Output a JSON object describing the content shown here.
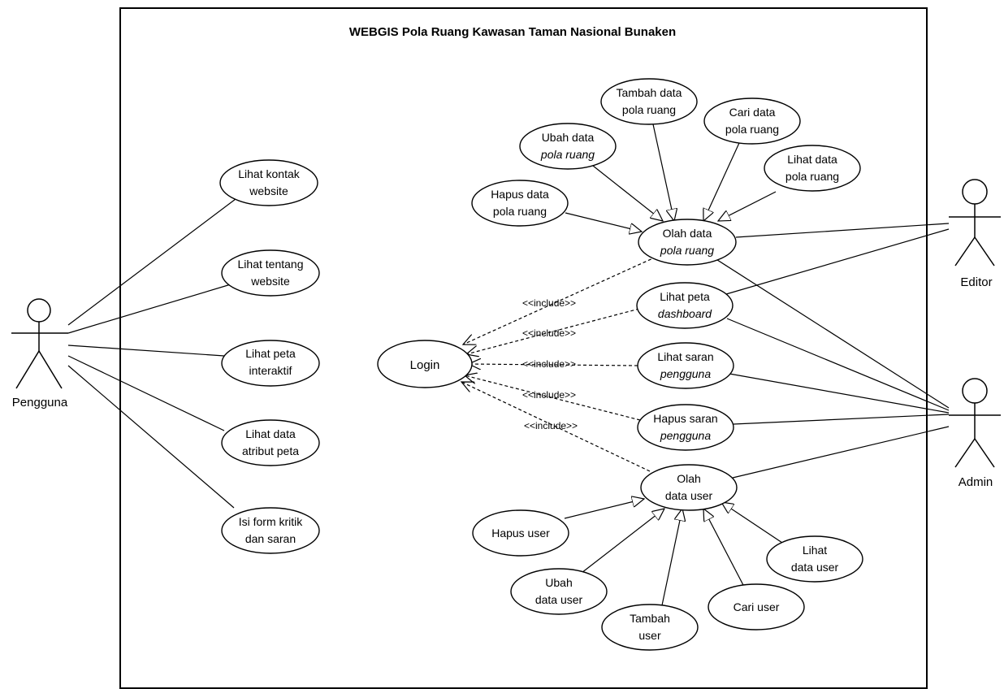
{
  "title": "WEBGIS Pola Ruang Kawasan Taman Nasional Bunaken",
  "actors": {
    "pengguna": "Pengguna",
    "editor": "Editor",
    "admin": "Admin"
  },
  "usecases": {
    "lihat_kontak": [
      "Lihat kontak",
      "website"
    ],
    "lihat_tentang": [
      "Lihat tentang",
      "website"
    ],
    "lihat_peta_interaktif": [
      "Lihat peta",
      "interaktif"
    ],
    "lihat_data_atribut": [
      "Lihat data",
      "atribut peta"
    ],
    "isi_form": [
      "Isi form kritik",
      "dan saran"
    ],
    "login": [
      "Login"
    ],
    "tambah_pola": [
      "Tambah data",
      "pola ruang"
    ],
    "cari_pola": [
      "Cari data",
      "pola ruang"
    ],
    "ubah_pola": [
      "Ubah data",
      "pola ruang"
    ],
    "lihat_pola": [
      "Lihat data",
      "pola ruang"
    ],
    "hapus_pola": [
      "Hapus data",
      "pola ruang"
    ],
    "olah_pola": [
      "Olah data",
      "pola ruang"
    ],
    "lihat_dashboard": [
      "Lihat peta",
      "dashboard"
    ],
    "lihat_saran": [
      "Lihat saran",
      "pengguna"
    ],
    "hapus_saran": [
      "Hapus saran",
      "pengguna"
    ],
    "olah_user": [
      "Olah",
      "data user"
    ],
    "hapus_user": [
      "Hapus user"
    ],
    "lihat_user": [
      "Lihat",
      "data user"
    ],
    "ubah_user": [
      "Ubah",
      "data user"
    ],
    "cari_user": [
      "Cari user"
    ],
    "tambah_user": [
      "Tambah",
      "user"
    ]
  },
  "include_label": "<<include>>"
}
